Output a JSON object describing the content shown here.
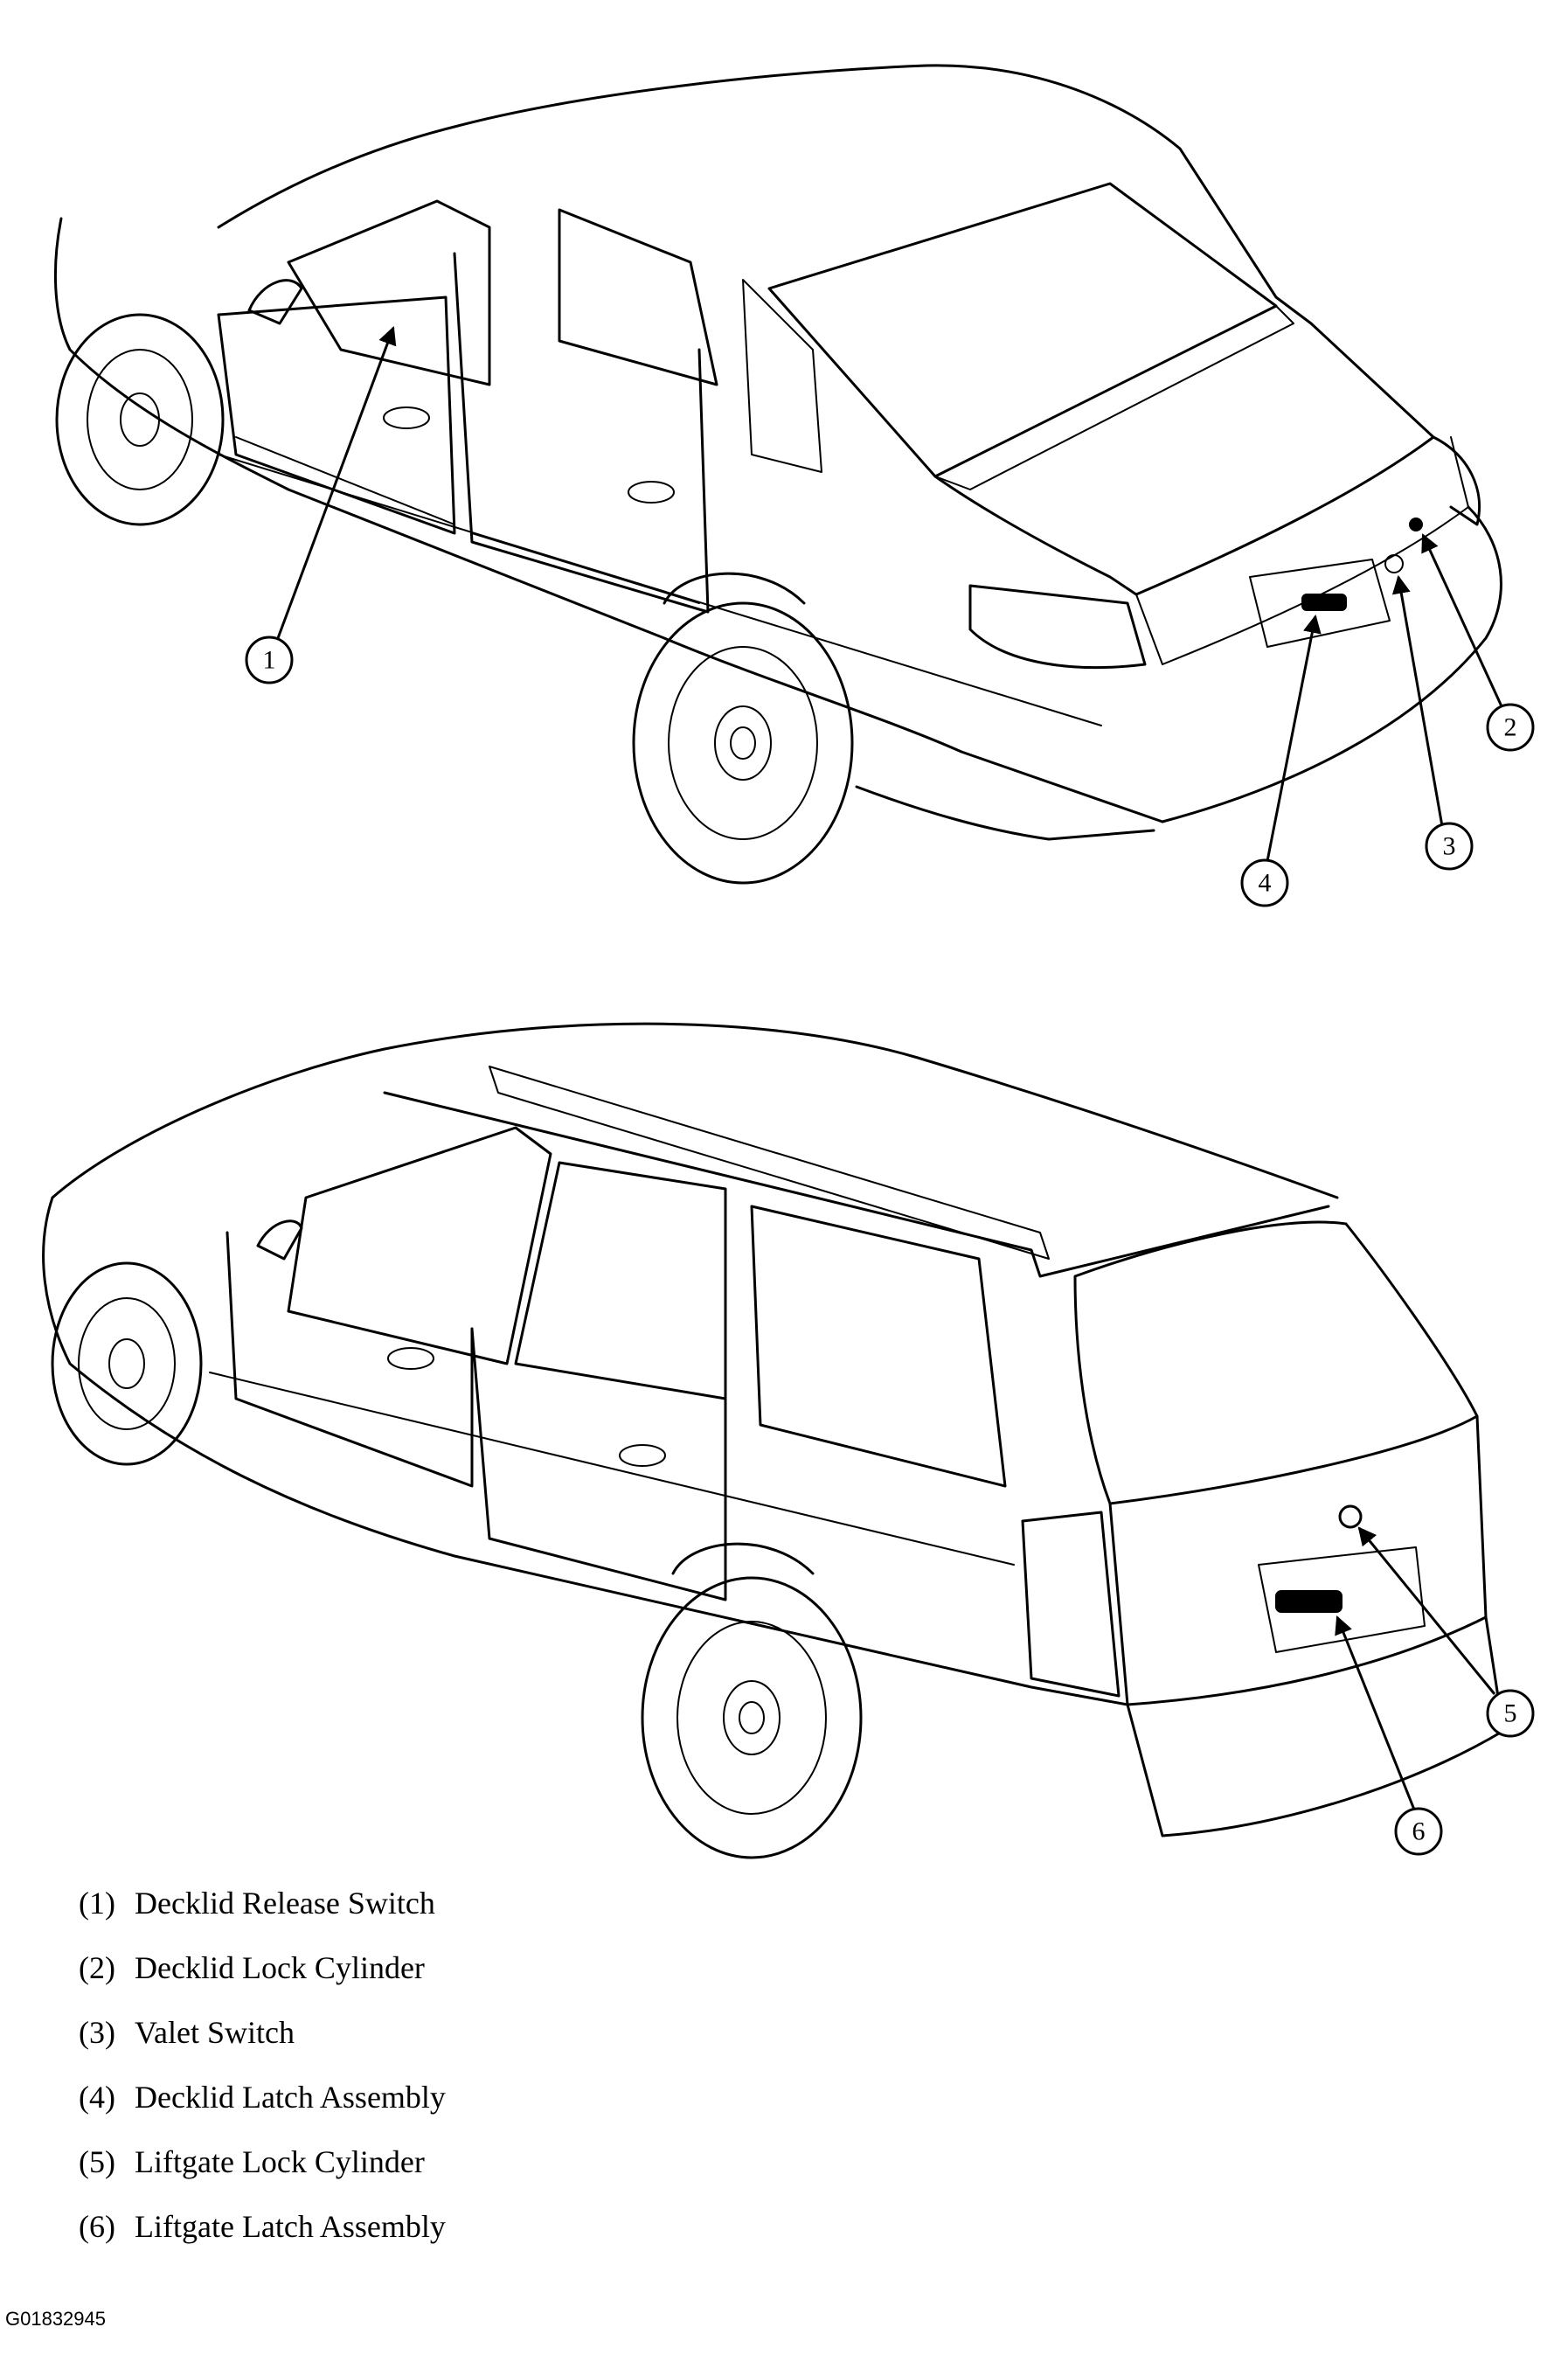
{
  "callouts": [
    {
      "num": "1",
      "label": "Decklid Release Switch"
    },
    {
      "num": "2",
      "label": "Decklid Lock Cylinder"
    },
    {
      "num": "3",
      "label": "Valet Switch"
    },
    {
      "num": "4",
      "label": "Decklid Latch Assembly"
    },
    {
      "num": "5",
      "label": "Liftgate Lock Cylinder"
    },
    {
      "num": "6",
      "label": "Liftgate Latch Assembly"
    }
  ],
  "legend_prefix": [
    "(1)",
    "(2)",
    "(3)",
    "(4)",
    "(5)",
    "(6)"
  ],
  "figure_id": "G01832945"
}
